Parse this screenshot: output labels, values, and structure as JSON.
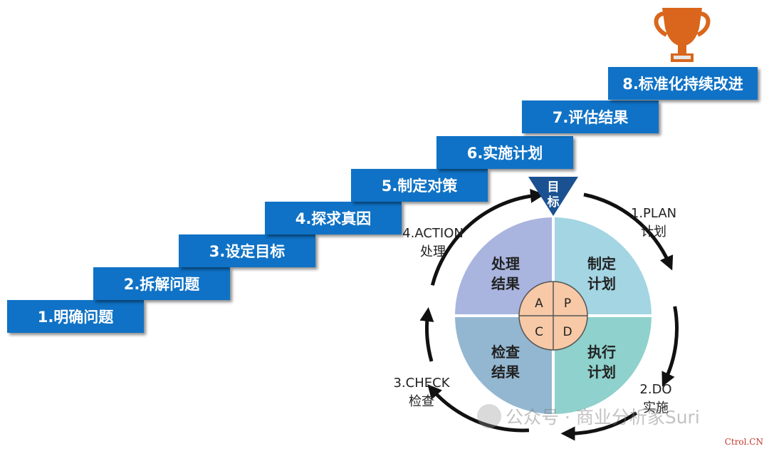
{
  "steps": [
    "1.明确问题",
    "2.拆解问题",
    "3.设定目标",
    "4.探求真因",
    "5.制定对策",
    "6.实施计划",
    "7.评估结果",
    "8.标准化持续改进"
  ],
  "goal_marker": {
    "line1": "目",
    "line2": "标"
  },
  "cycle_labels": {
    "plan": {
      "line1": "1.PLAN",
      "line2": "计划"
    },
    "do": {
      "line1": "2.DO",
      "line2": "实施"
    },
    "check": {
      "line1": "3.CHECK",
      "line2": "检查"
    },
    "action": {
      "line1": "4.ACTION",
      "line2": "处理"
    }
  },
  "quadrants": {
    "top_left": {
      "line1": "处理",
      "line2": "结果"
    },
    "top_right": {
      "line1": "制定",
      "line2": "计划"
    },
    "bottom_left": {
      "line1": "检查",
      "line2": "结果"
    },
    "bottom_right": {
      "line1": "执行",
      "line2": "计划"
    }
  },
  "center_letters": {
    "a": "A",
    "p": "P",
    "c": "C",
    "d": "D"
  },
  "watermark": "公众号 · 商业分析家Suri",
  "source_tag": "Ctrol.CN",
  "icons": [
    "trophy-icon",
    "cycle-arrow-icon",
    "goal-marker-icon"
  ],
  "colors": {
    "step_blue": "#0f72c6",
    "trophy_orange": "#d9661c",
    "quadrant_top_left": "#a9b5df",
    "quadrant_top_right": "#a3d5e3",
    "quadrant_bottom_left": "#94b7d1",
    "quadrant_bottom_right": "#8fd1cc",
    "center_circle": "#f7c9a6",
    "goal_marker": "#1a5191"
  }
}
